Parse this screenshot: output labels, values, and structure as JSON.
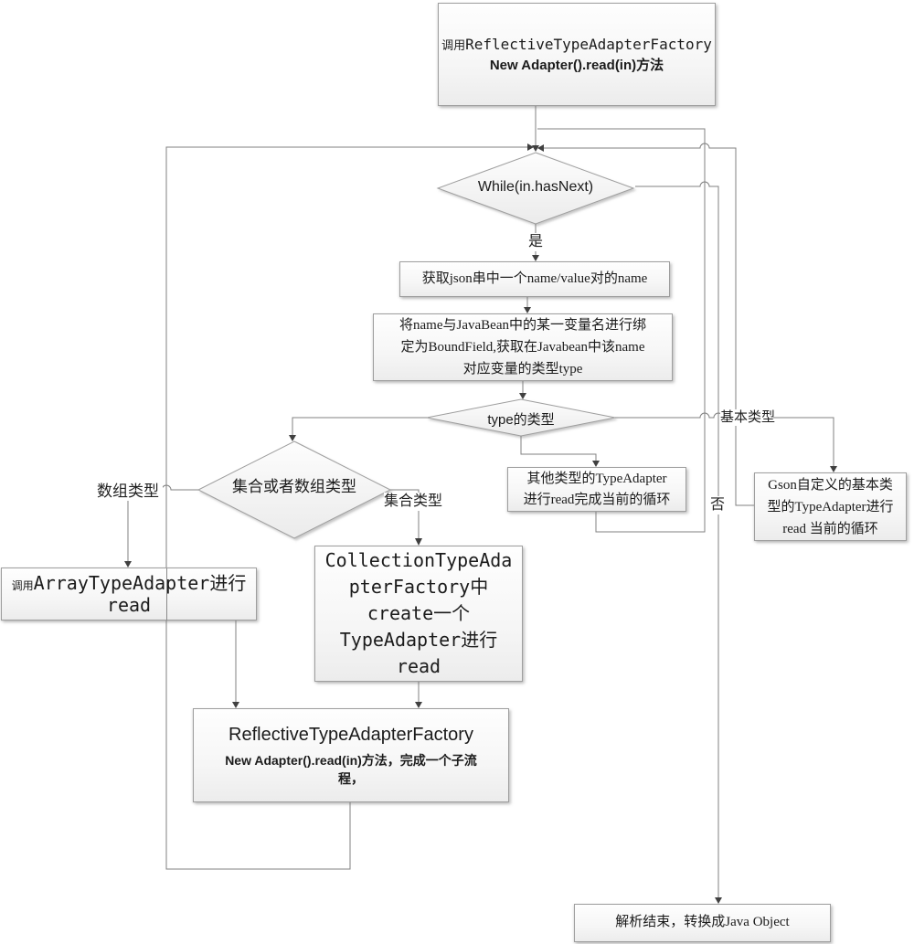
{
  "canvas": {
    "background": "#ffffff",
    "connector_color": "#808080",
    "node_border_color": "#9e9e9e",
    "node_fill_top": "#fefefe",
    "node_fill_bottom": "#ececec",
    "arrowhead_color": "#404040",
    "text_color": "#1b1b1b"
  },
  "nodes": {
    "start": {
      "prefix": "调用",
      "code": "ReflectiveTypeAdapterFactory",
      "line2": "New Adapter().read(in)方法"
    },
    "while_check": {
      "label": "While(in.hasNext)"
    },
    "get_name": {
      "text": "获取json串中一个name/value对的name"
    },
    "bind_field": {
      "lines": [
        "将name与JavaBean中的某一变量名进行绑",
        "定为BoundField,获取在Javabean中该name",
        "对应变量的类型type"
      ]
    },
    "type_check": {
      "label": "type的类型"
    },
    "coll_array_check": {
      "label": "集合或者数组类型"
    },
    "other_adapter": {
      "lines": [
        "其他类型的TypeAdapter",
        "进行read完成当前的循环"
      ]
    },
    "gson_basic": {
      "lines": [
        "Gson自定义的基本类",
        "型的TypeAdapter进行",
        "read 当前的循环"
      ]
    },
    "array_adapter": {
      "prefix": "调用",
      "code": "ArrayTypeAdapter进行",
      "line2": "read"
    },
    "collection_adapter": {
      "lines": [
        "CollectionTypeAda",
        "pterFactory中",
        "create一个",
        "TypeAdapter进行",
        "read"
      ]
    },
    "reflective_sub": {
      "title": "ReflectiveTypeAdapterFactory",
      "lines": [
        "New Adapter().read(in)方法，完成一个子流",
        "程，"
      ]
    },
    "finish": {
      "text": "解析结束，转换成Java Object"
    }
  },
  "edge_labels": {
    "yes": "是",
    "no": "否",
    "array_type": "数组类型",
    "collection_type": "集合类型",
    "basic_type": "基本类型"
  }
}
